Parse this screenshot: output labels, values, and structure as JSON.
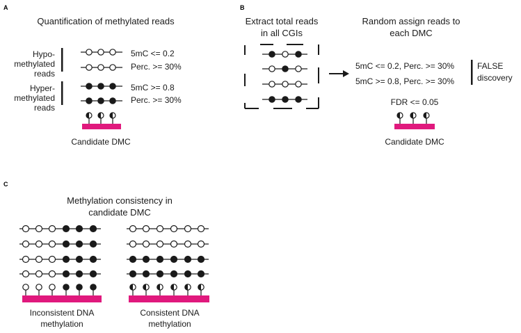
{
  "colors": {
    "dmc_bar": "#e0197d",
    "ink": "#1a1a1a"
  },
  "panel_a": {
    "label": "A",
    "title": "Quantification of methylated reads",
    "hypo_label": [
      "Hypo-",
      "methylated",
      "reads"
    ],
    "hyper_label": [
      "Hyper-",
      "methylated",
      "reads"
    ],
    "hypo_rule": [
      "5mC <= 0.2",
      "Perc. >= 30%"
    ],
    "hyper_rule": [
      "5mC >= 0.8",
      "Perc. >= 30%"
    ],
    "caption": "Candidate DMC"
  },
  "panel_b": {
    "label": "B",
    "left_title": [
      "Extract total reads",
      "in all CGIs"
    ],
    "right_title": [
      "Random assign reads to",
      "each DMC"
    ],
    "rules": [
      "5mC <= 0.2, Perc. >= 30%",
      "5mC >= 0.8, Perc. >= 30%"
    ],
    "false_discovery": [
      "FALSE",
      "discovery"
    ],
    "fdr": "FDR <= 0.05",
    "caption": "Candidate DMC"
  },
  "panel_c": {
    "label": "C",
    "title": [
      "Methylation consistency in",
      "candidate DMC"
    ],
    "left_caption": [
      "Inconsistent DNA",
      "methylation"
    ],
    "right_caption": [
      "Consistent DNA",
      "methylation"
    ]
  }
}
